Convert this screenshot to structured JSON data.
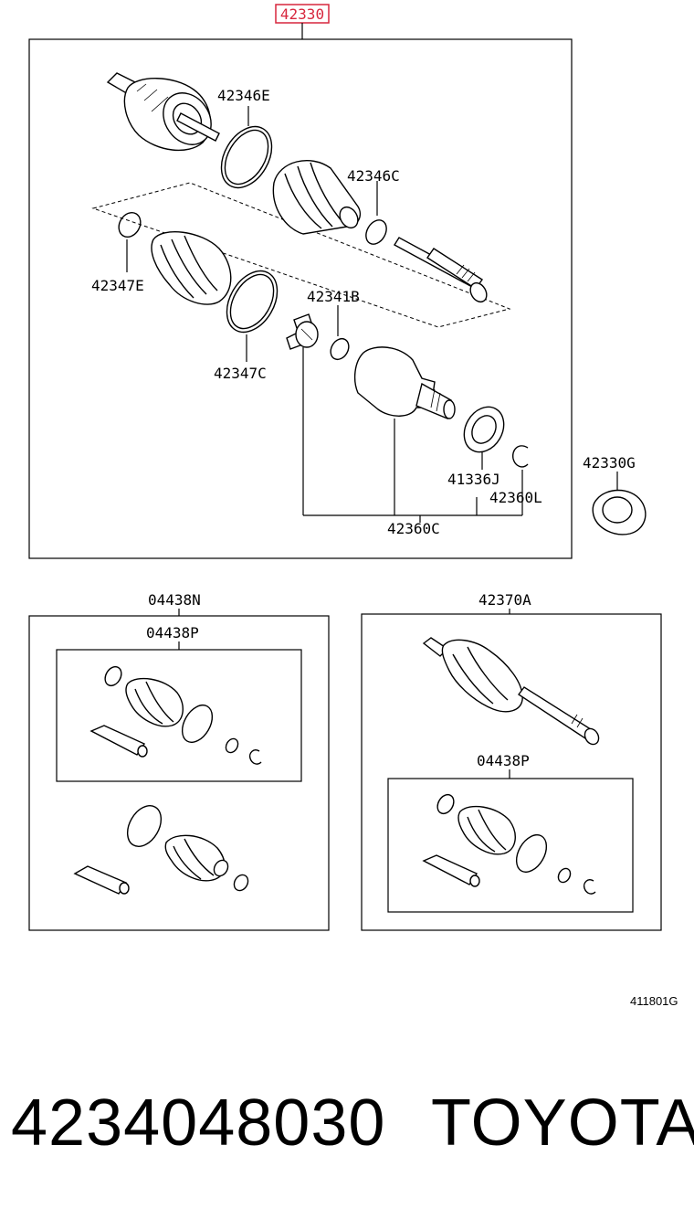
{
  "diagram": {
    "assembly_label": "42330",
    "labels": {
      "boot_clamp_outer_large": "42346E",
      "boot_outer": "42346C",
      "boot_inner_clamp_small": "42347E",
      "boot_inner_clamp_large": "42347C",
      "snap_ring_spider": "42341B",
      "dust_seal": "41336J",
      "snap_ring_inner": "42360L",
      "inner_joint": "42360C",
      "bearing": "42330G",
      "boot_kit_outer_set": "04438N",
      "boot_kit_inner_set": "04438P",
      "outer_joint_assembly": "42370A",
      "boot_kit_inner_set_2": "04438P"
    },
    "drawing_code": "411801G"
  },
  "footer": {
    "part_number": "4234048030",
    "brand": "TOYOTA"
  }
}
